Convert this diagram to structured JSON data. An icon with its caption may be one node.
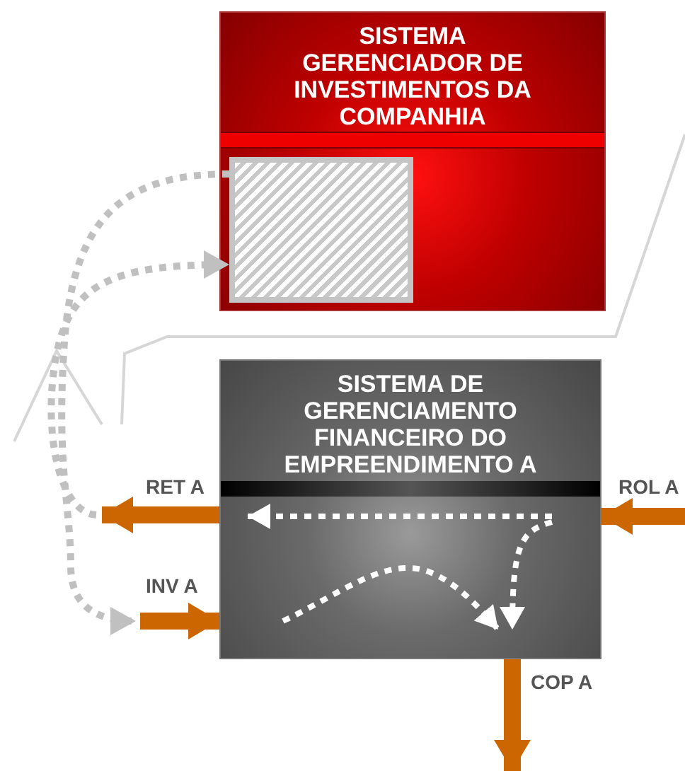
{
  "diagram": {
    "nodes": [
      {
        "text": [
          "SISTEMA GERENCIADOR DE INVESTIMENTOS DA COMPANHIA"
        ]
      },
      {
        "text": [],
        "shape": "box",
        "in": 0
      },
      {
        "text": [
          "SISTEMA DE GERENCIAMENTO FINANCEIRO DO EMPREENDIMENTO A"
        ]
      }
    ],
    "edges": [
      {
        "from": 2,
        "to": null,
        "arrow": "to",
        "label": "RET A"
      },
      {
        "from": null,
        "to": 2,
        "arrow": "to",
        "label": "ROL A"
      },
      {
        "from": null,
        "to": 2,
        "arrow": "to",
        "label": "INV A"
      },
      {
        "from": 2,
        "to": null,
        "arrow": "to",
        "label": "COP A"
      },
      {
        "from": null,
        "to": 1,
        "arrow": "to",
        "style": "dashed",
        "color": "#c0c0c0"
      },
      {
        "from": 1,
        "to": null,
        "arrow": "to",
        "style": "dashed",
        "color": "#c0c0c0"
      }
    ]
  }
}
